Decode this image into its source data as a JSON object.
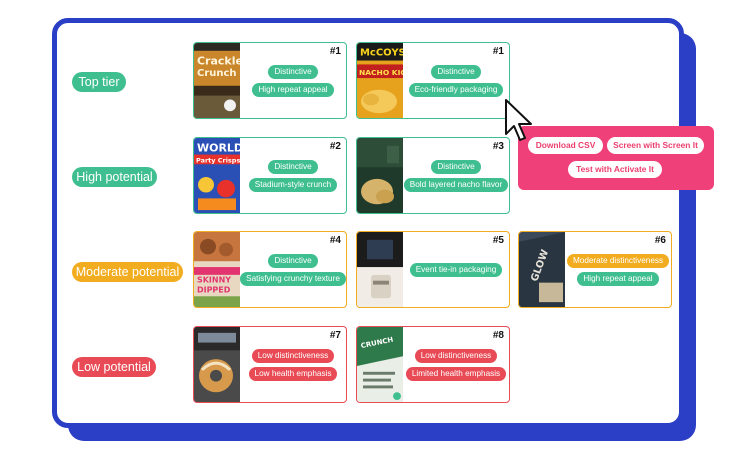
{
  "tiers": [
    {
      "label": "Top tier",
      "color": "#3fbf8f"
    },
    {
      "label": "High potential",
      "color": "#3fbf8f"
    },
    {
      "label": "Moderate potential",
      "color": "#f2ac1f"
    },
    {
      "label": "Low potential",
      "color": "#e84b55"
    }
  ],
  "cards": [
    {
      "rank": "#1",
      "tags": [
        "Distinctive",
        "High repeat appeal"
      ],
      "color": "green",
      "thumb": "crackle-crunch-bag"
    },
    {
      "rank": "#1",
      "tags": [
        "Distinctive",
        "Eco-friendly packaging"
      ],
      "color": "green",
      "thumb": "mccoys-nacho-bag"
    },
    {
      "rank": "#2",
      "tags": [
        "Distinctive",
        "Stadium-style crunch"
      ],
      "color": "green",
      "thumb": "world-party-crisps-bag"
    },
    {
      "rank": "#3",
      "tags": [
        "Distinctive",
        "Bold layered nacho flavor"
      ],
      "color": "green",
      "thumb": "dark-green-bag"
    },
    {
      "rank": "#4",
      "tags": [
        "Distinctive",
        "Satisfying crunchy texture"
      ],
      "color": "orange",
      "thumb": "skinny-dipped-bag"
    },
    {
      "rank": "#5",
      "tags": [
        "Event tie-in packaging"
      ],
      "color": "orange",
      "thumb": "black-white-bag"
    },
    {
      "rank": "#6",
      "tags": [
        "Moderate distinctiveness",
        "High repeat appeal"
      ],
      "color": "orange",
      "thumb": "glow-bar-wrapper"
    },
    {
      "rank": "#7",
      "tags": [
        "Low distinctiveness",
        "Low health emphasis"
      ],
      "color": "red",
      "thumb": "donut-photo"
    },
    {
      "rank": "#8",
      "tags": [
        "Low distinctiveness",
        "Limited health emphasis"
      ],
      "color": "red",
      "thumb": "crunchcorn-bag"
    }
  ],
  "popup": {
    "download": "Download CSV",
    "screen": "Screen with Screen It",
    "test": "Test with Activate It",
    "color": "#f0407a"
  },
  "colors": {
    "frame": "#2b3fc6",
    "green": "#3fbf8f",
    "orange": "#f2ac1f",
    "red": "#e84b55"
  }
}
